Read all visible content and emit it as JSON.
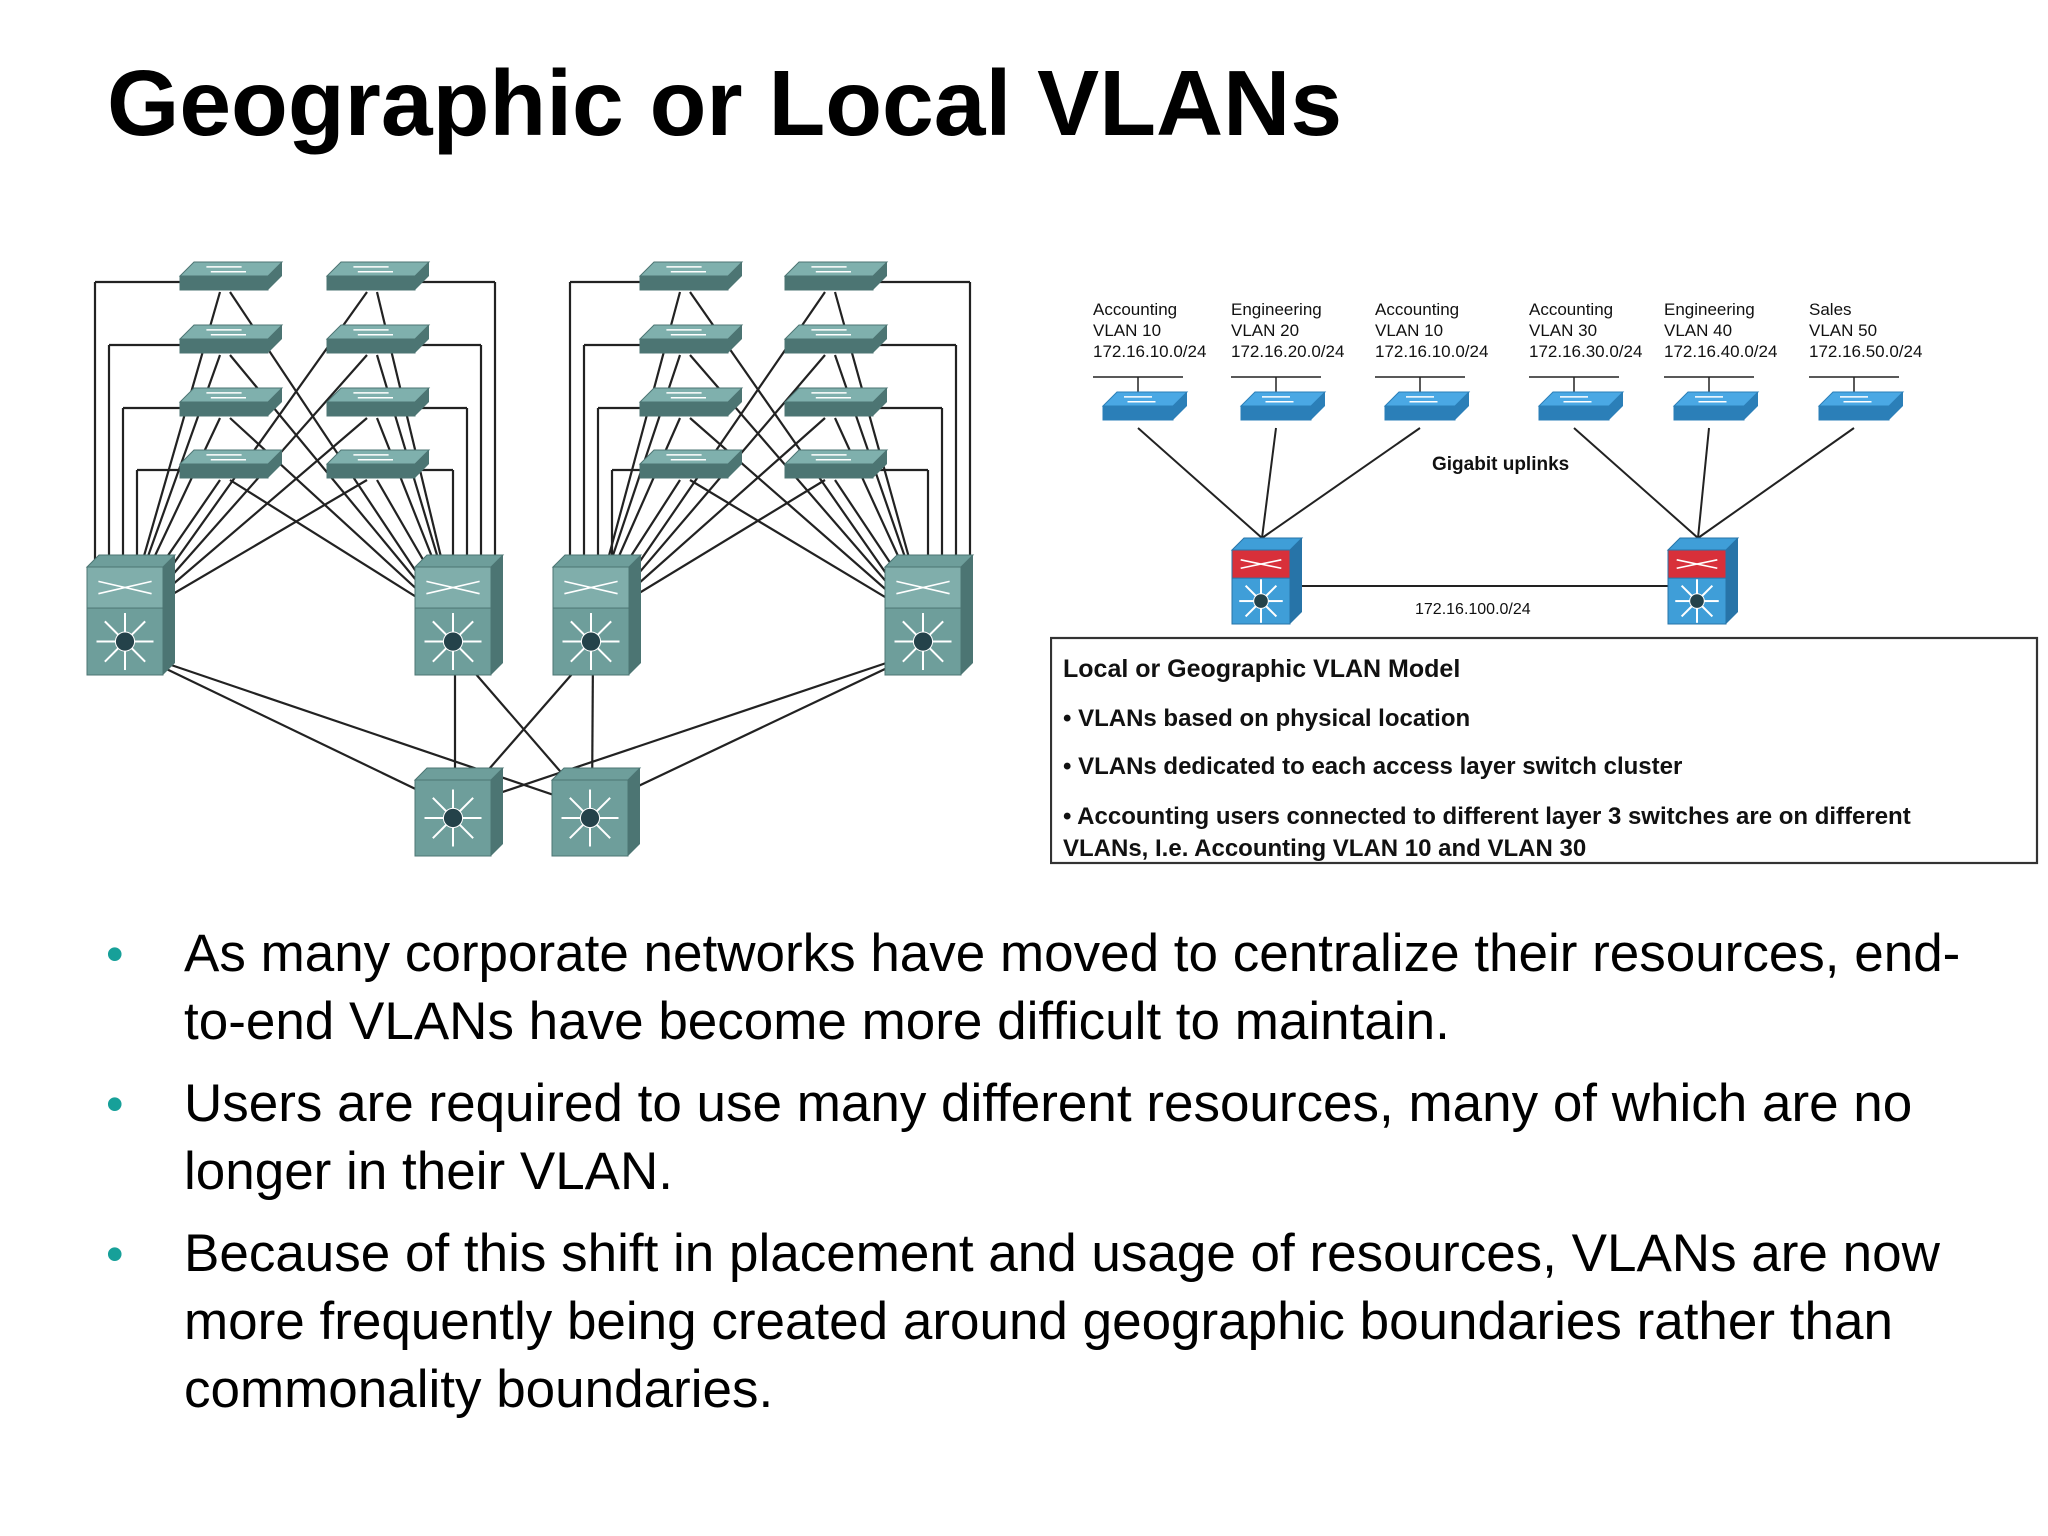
{
  "title": "Geographic or Local VLANs",
  "colors": {
    "bullet": "#17a099",
    "access_switch": "#6e9e9b",
    "access_switch_blue": "#3b9ad6",
    "distribution_red": "#d8303a",
    "link": "#222222"
  },
  "right_diagram": {
    "vlans": [
      {
        "name": "Accounting",
        "vlan": "VLAN 10",
        "subnet": "172.16.10.0/24"
      },
      {
        "name": "Engineering",
        "vlan": "VLAN 20",
        "subnet": "172.16.20.0/24"
      },
      {
        "name": "Accounting",
        "vlan": "VLAN 10",
        "subnet": "172.16.10.0/24"
      },
      {
        "name": "Accounting",
        "vlan": "VLAN 30",
        "subnet": "172.16.30.0/24"
      },
      {
        "name": "Engineering",
        "vlan": "VLAN 40",
        "subnet": "172.16.40.0/24"
      },
      {
        "name": "Sales",
        "vlan": "VLAN 50",
        "subnet": "172.16.50.0/24"
      }
    ],
    "uplinks_label": "Gigabit uplinks",
    "core_subnet": "172.16.100.0/24",
    "box": {
      "heading": "Local or Geographic VLAN Model",
      "points": [
        "• VLANs based on physical location",
        "• VLANs dedicated to each access layer switch cluster",
        "• Accounting users connected to different layer 3 switches are on different",
        "VLANs, I.e. Accounting VLAN 10 and VLAN 30"
      ]
    }
  },
  "bullets": [
    "As many corporate networks have moved to centralize their resources, end-to-end VLANs have become more difficult to maintain.",
    "Users are required to use many different resources, many of which are no longer in their VLAN.",
    "Because of this shift in placement and usage of resources, VLANs are now more frequently being created around geographic boundaries rather than commonality boundaries."
  ]
}
